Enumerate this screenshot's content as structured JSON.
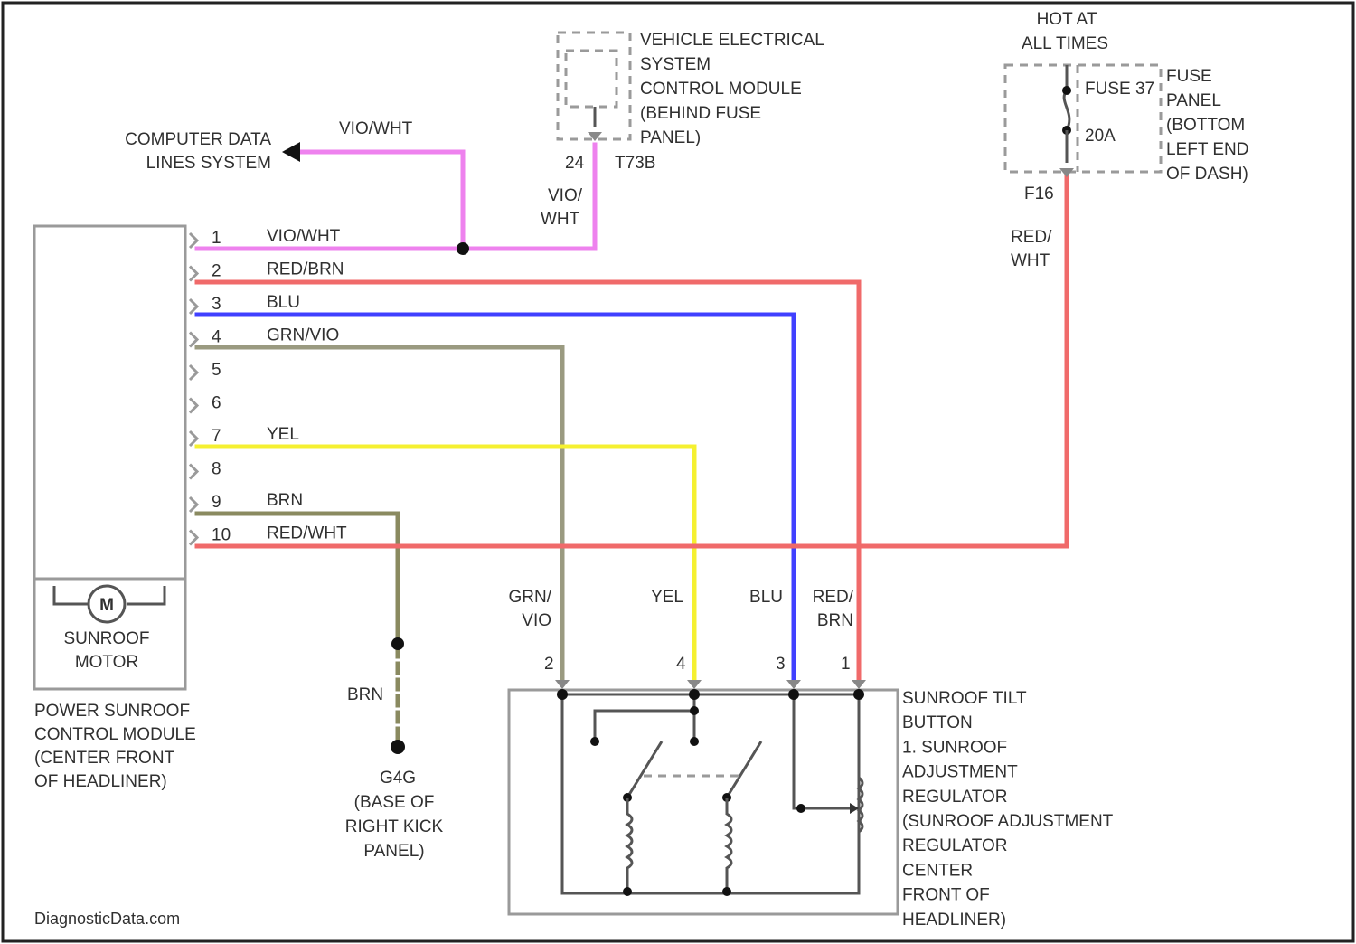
{
  "colors": {
    "vio_wht": "#ee82ee",
    "red": "#f06a6a",
    "blu": "#4040ff",
    "grn_vio": "#9a9a80",
    "yel": "#f5f030",
    "brn": "#8a8a60"
  },
  "ext": {
    "cdl": [
      "COMPUTER DATA",
      "LINES SYSTEM"
    ],
    "cdl_wire": "VIO/WHT",
    "vecm": [
      "VEHICLE ELECTRICAL",
      "SYSTEM",
      "CONTROL MODULE",
      "(BEHIND FUSE",
      "PANEL)"
    ],
    "vecm_pins": [
      "24",
      "T73B"
    ],
    "vecm_wire": [
      "VIO/",
      "WHT"
    ],
    "hot": [
      "HOT AT",
      "ALL TIMES"
    ],
    "fuse": [
      "FUSE 37",
      "20A"
    ],
    "fuse_panel": [
      "FUSE",
      "PANEL",
      "(BOTTOM",
      "LEFT END",
      "OF DASH)"
    ],
    "fuse_pin": "F16",
    "fuse_wire": [
      "RED/",
      "WHT"
    ]
  },
  "module": {
    "name": [
      "POWER SUNROOF",
      "CONTROL MODULE",
      "(CENTER FRONT",
      "OF HEADLINER)"
    ],
    "motor": [
      "SUNROOF",
      "MOTOR"
    ],
    "motor_symbol": "M",
    "pins": [
      {
        "num": "1",
        "wire": "VIO/WHT"
      },
      {
        "num": "2",
        "wire": "RED/BRN"
      },
      {
        "num": "3",
        "wire": "BLU"
      },
      {
        "num": "4",
        "wire": "GRN/VIO"
      },
      {
        "num": "5",
        "wire": ""
      },
      {
        "num": "6",
        "wire": ""
      },
      {
        "num": "7",
        "wire": "YEL"
      },
      {
        "num": "8",
        "wire": ""
      },
      {
        "num": "9",
        "wire": "BRN"
      },
      {
        "num": "10",
        "wire": "RED/WHT"
      }
    ]
  },
  "ground": {
    "wire": "BRN",
    "name": [
      "G4G",
      "(BASE OF",
      "RIGHT KICK",
      "PANEL)"
    ]
  },
  "tilt": {
    "pins": [
      {
        "num": "2",
        "wire": [
          "GRN/",
          "VIO"
        ]
      },
      {
        "num": "4",
        "wire": [
          "YEL"
        ]
      },
      {
        "num": "3",
        "wire": [
          "BLU"
        ]
      },
      {
        "num": "1",
        "wire": [
          "RED/",
          "BRN"
        ]
      }
    ],
    "name": [
      "SUNROOF TILT",
      "BUTTON",
      "1. SUNROOF",
      "ADJUSTMENT",
      "REGULATOR",
      "(SUNROOF ADJUSTMENT",
      "REGULATOR",
      "CENTER",
      "FRONT OF",
      "HEADLINER)"
    ]
  },
  "watermark": "DiagnosticData.com"
}
